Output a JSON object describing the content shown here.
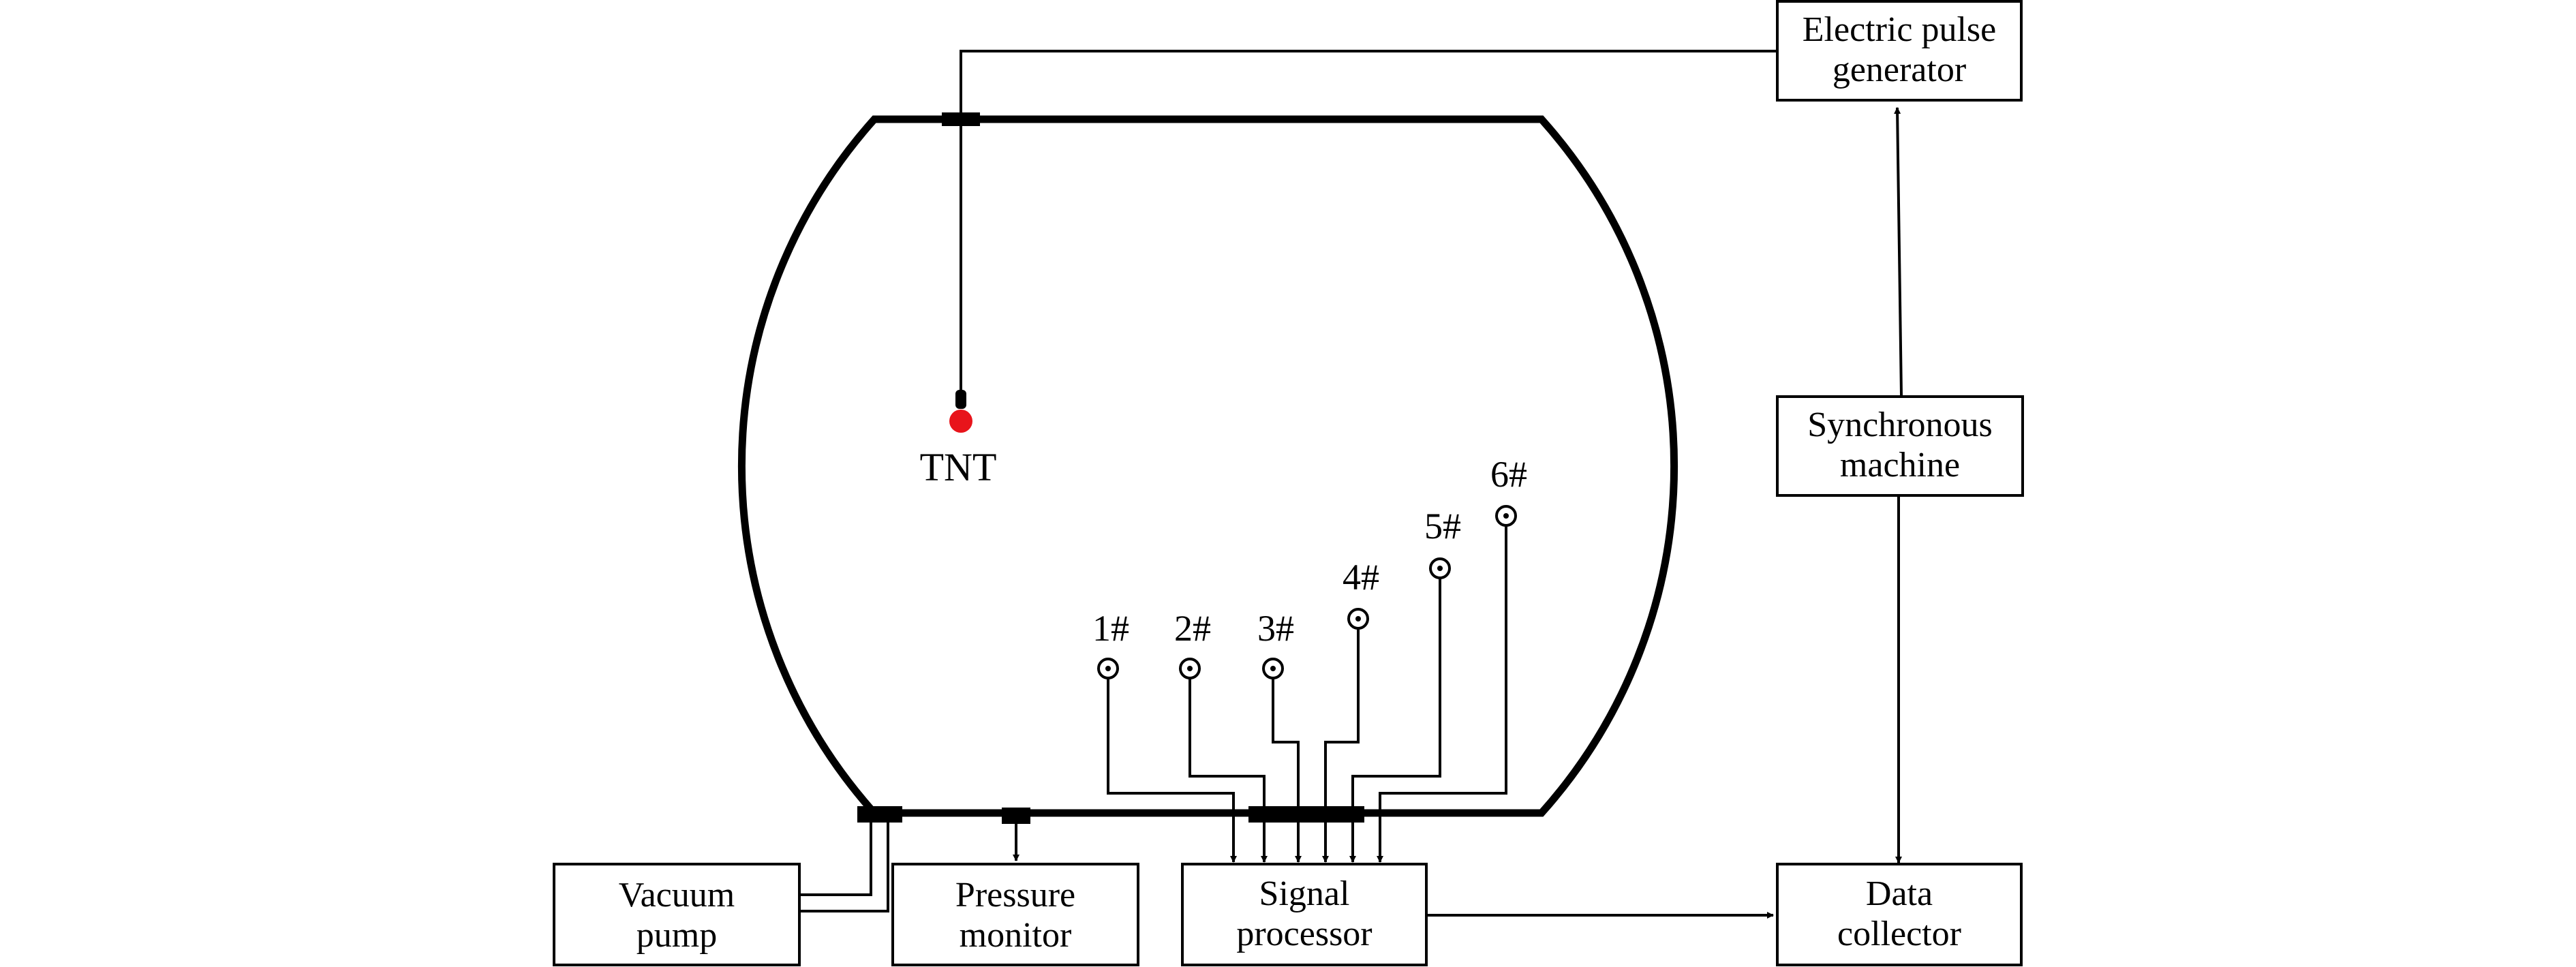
{
  "colors": {
    "line": "#000000",
    "background": "#ffffff",
    "charge": "#e8141b"
  },
  "charge": {
    "label": "TNT"
  },
  "sensors": [
    {
      "label": "1#"
    },
    {
      "label": "2#"
    },
    {
      "label": "3#"
    },
    {
      "label": "4#"
    },
    {
      "label": "5#"
    },
    {
      "label": "6#"
    }
  ],
  "boxes": {
    "electric_pulse_generator": {
      "line1": "Electric pulse",
      "line2": "generator"
    },
    "synchronous_machine": {
      "line1": "Synchronous",
      "line2": "machine"
    },
    "data_collector": {
      "line1": "Data",
      "line2": "collector"
    },
    "vacuum_pump": {
      "line1": "Vacuum",
      "line2": "pump"
    },
    "pressure_monitor": {
      "line1": "Pressure",
      "line2": "monitor"
    },
    "signal_processor": {
      "line1": "Signal",
      "line2": "processor"
    }
  }
}
